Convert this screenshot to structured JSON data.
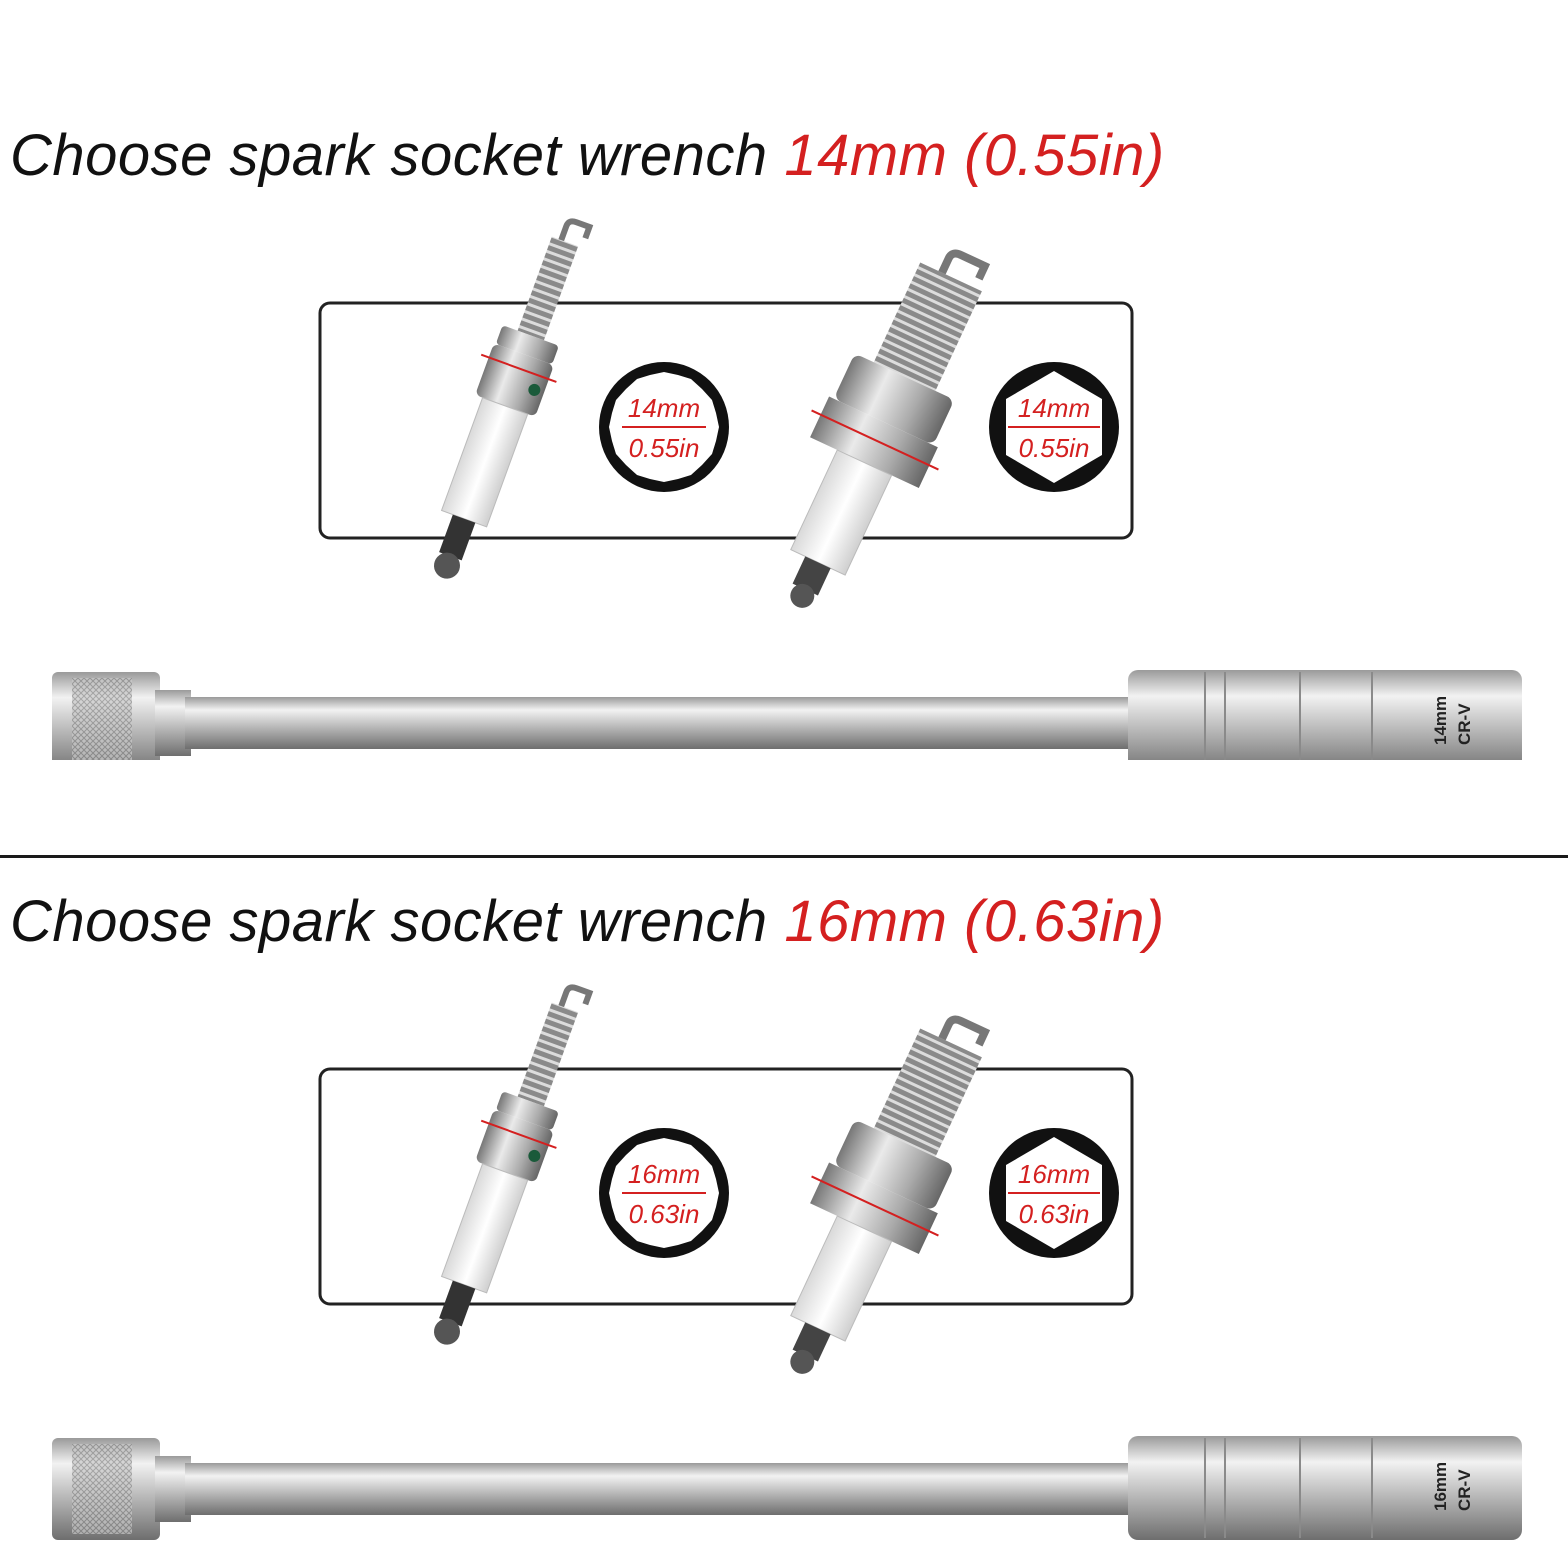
{
  "sections": [
    {
      "title_prefix": "Choose spark socket wrench",
      "title_size": "14mm (0.55in)",
      "badge_12pt": {
        "mm": "14mm",
        "in": "0.55in"
      },
      "badge_hex": {
        "mm": "14mm",
        "in": "0.55in"
      },
      "socket_stamp": {
        "size": "14mm",
        "material": "CR-V"
      }
    },
    {
      "title_prefix": "Choose spark socket wrench",
      "title_size": "16mm (0.63in)",
      "badge_12pt": {
        "mm": "16mm",
        "in": "0.63in"
      },
      "badge_hex": {
        "mm": "16mm",
        "in": "0.63in"
      },
      "socket_stamp": {
        "size": "16mm",
        "material": "CR-V"
      }
    }
  ],
  "colors": {
    "accent": "#d42020",
    "text": "#111111",
    "divider": "#1a1a1a"
  }
}
